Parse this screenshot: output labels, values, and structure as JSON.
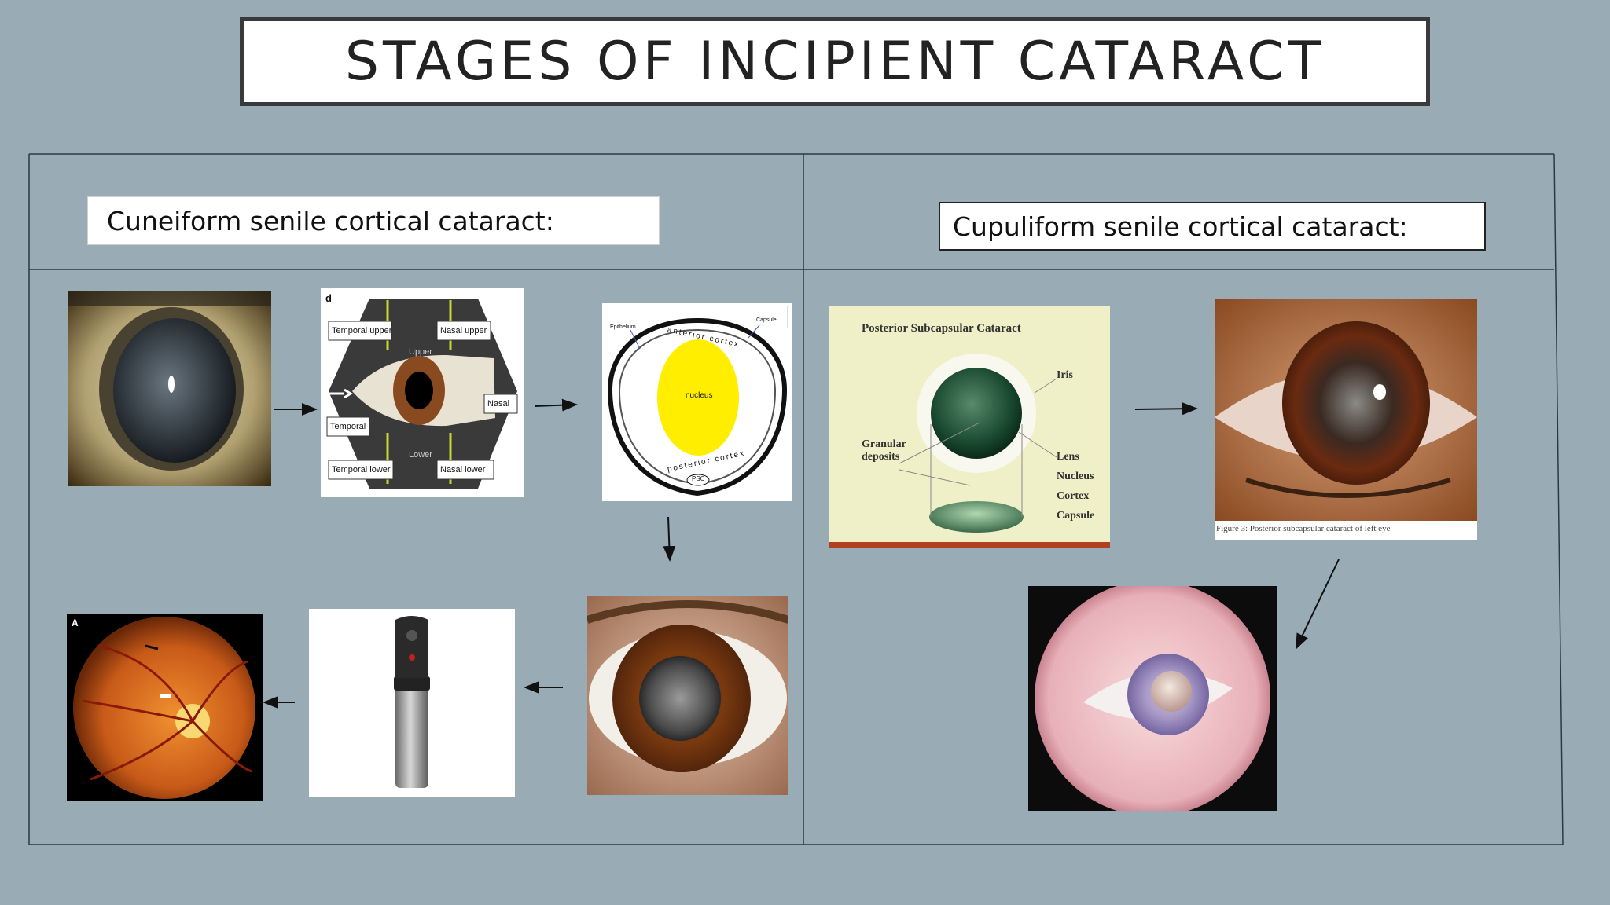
{
  "slide": {
    "title": "STAGES OF INCIPIENT CATARACT",
    "left_panel": {
      "heading": "Cuneiform senile cortical cataract:"
    },
    "right_panel": {
      "heading": "Cupuliform senile cortical cataract:"
    }
  },
  "images": {
    "lens_diagram": {
      "tag": "d",
      "labels": [
        "Temporal upper",
        "Nasal upper",
        "Upper",
        "Temporal",
        "Nasal",
        "Lower",
        "Temporal lower",
        "Nasal lower"
      ]
    },
    "cortex_diagram": {
      "labels": [
        "Epithelium",
        "Capsule",
        "anterior cortex",
        "nucleus",
        "posterior cortex",
        "PSC"
      ]
    },
    "fundus_photo": {
      "tag": "A"
    },
    "psc_diagram": {
      "title": "Posterior Subcapsular Cataract",
      "labels": [
        "Iris",
        "Granular",
        "deposits",
        "Lens",
        "Nucleus",
        "Cortex",
        "Capsule"
      ]
    },
    "left_eye_photo": {
      "caption": "Figure 3: Posterior subcapsular cataract of left eye"
    }
  },
  "colors": {
    "background": "#99acb5",
    "rule": "#2a3a40",
    "title_border": "#3a3a3a"
  }
}
